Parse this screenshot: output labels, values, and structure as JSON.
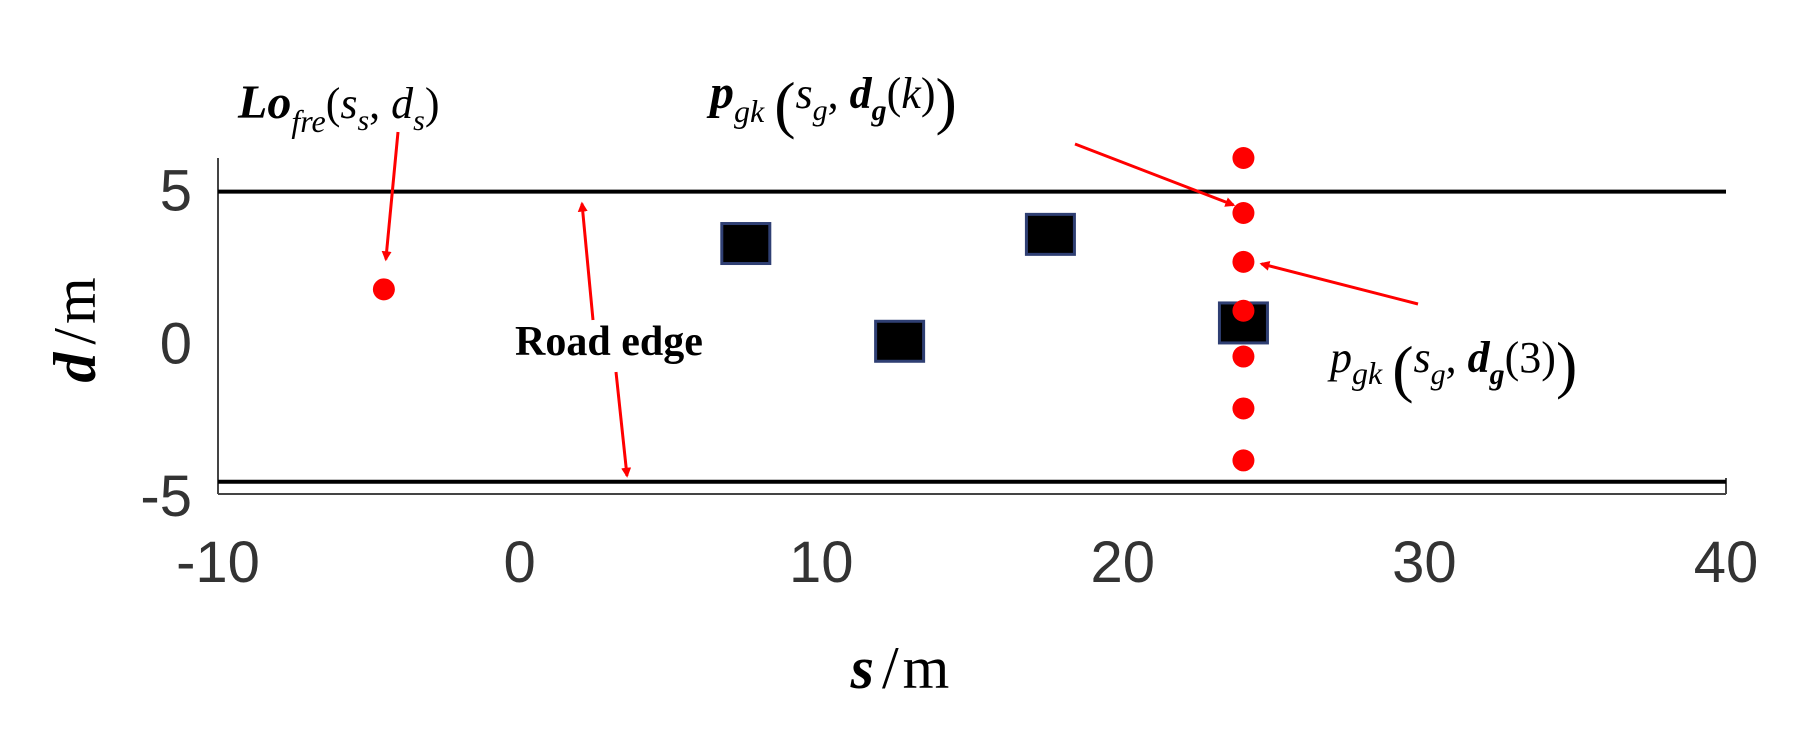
{
  "chart_data": {
    "type": "scatter",
    "xlim": [
      -10,
      40
    ],
    "ylim": [
      -5,
      6
    ],
    "xticks": [
      "-10",
      "0",
      "10",
      "20",
      "30",
      "40"
    ],
    "yticks": [
      "5",
      "0",
      "-5"
    ],
    "xlabel": {
      "var": "s",
      "unit": "m"
    },
    "ylabel": {
      "var": "d",
      "unit": "m"
    },
    "road_edges": [
      4.9,
      -4.6
    ],
    "start_point": {
      "s": -4.5,
      "d": 1.7
    },
    "obstacles": [
      {
        "s": 7.5,
        "d": 3.2
      },
      {
        "s": 12.6,
        "d": 0.0
      },
      {
        "s": 17.6,
        "d": 3.5
      },
      {
        "s": 24.0,
        "d": 0.6
      }
    ],
    "goal_points": [
      {
        "s": 24.0,
        "d": 6.0
      },
      {
        "s": 24.0,
        "d": 4.2
      },
      {
        "s": 24.0,
        "d": 2.6
      },
      {
        "s": 24.0,
        "d": 1.0
      },
      {
        "s": 24.0,
        "d": -0.5
      },
      {
        "s": 24.0,
        "d": -2.2
      },
      {
        "s": 24.0,
        "d": -3.9
      }
    ],
    "annotations": {
      "start": "Lofre(ss, ds)",
      "goal_k": "pgk(sg, dg(k))",
      "goal_3": "pgk(sg, dg(3))",
      "road_edge": "Road edge"
    },
    "colors": {
      "points": "#ff0000",
      "obstacle_fill": "#000000",
      "obstacle_edge": "#2f3f73",
      "road": "#000000",
      "arrows": "#ff0000"
    }
  }
}
